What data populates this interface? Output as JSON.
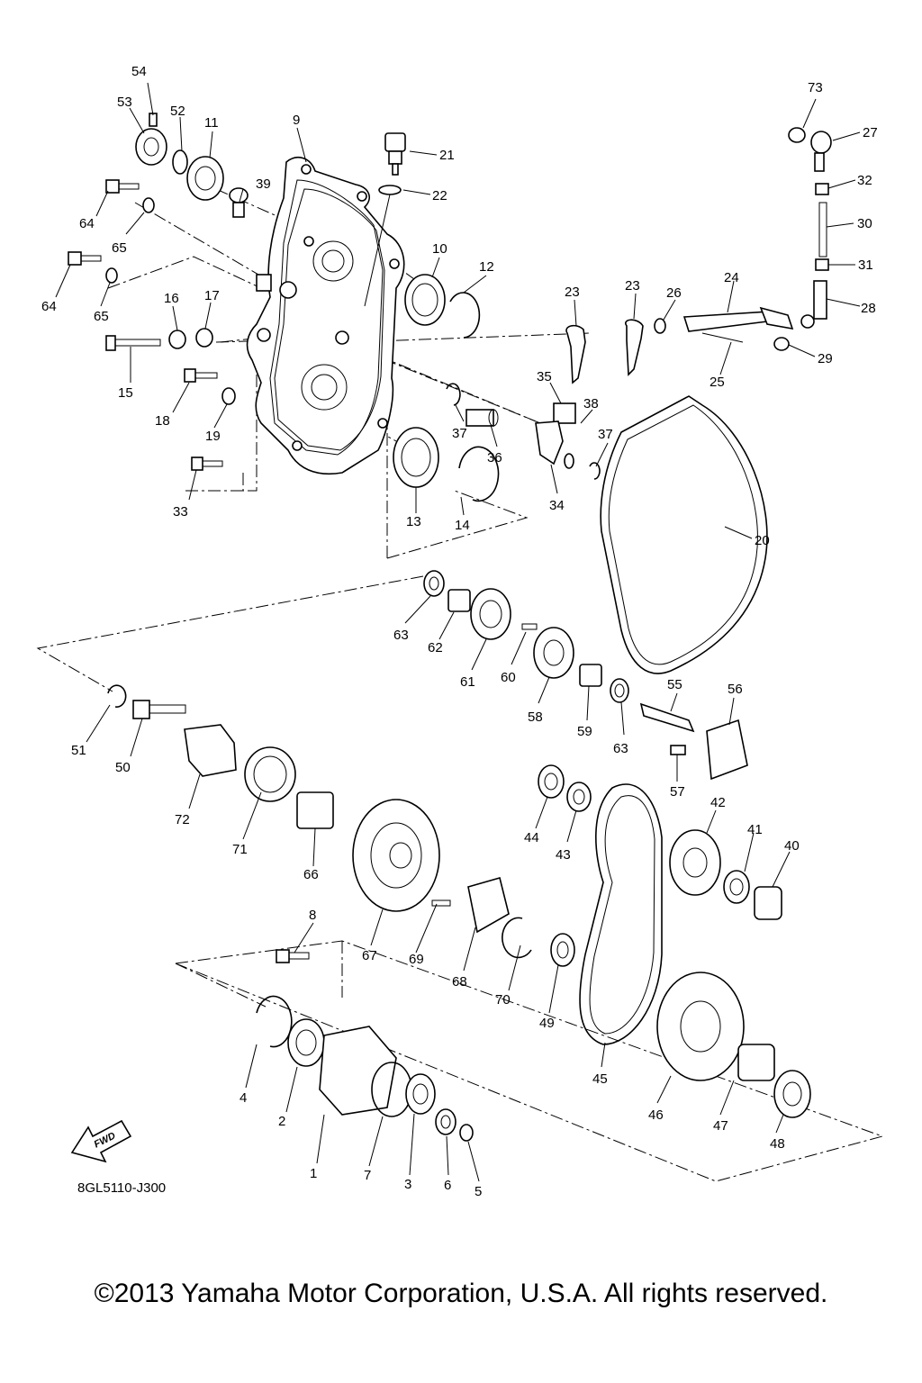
{
  "diagram": {
    "drawing_code": "8GL5110-J300",
    "fwd_label": "FWD",
    "copyright": "©2013 Yamaha Motor Corporation, U.S.A. All rights reserved.",
    "callouts": [
      "1",
      "2",
      "3",
      "4",
      "5",
      "6",
      "7",
      "8",
      "9",
      "10",
      "11",
      "12",
      "13",
      "14",
      "15",
      "16",
      "17",
      "18",
      "19",
      "20",
      "21",
      "22",
      "23",
      "23",
      "24",
      "25",
      "26",
      "27",
      "28",
      "29",
      "30",
      "31",
      "32",
      "33",
      "34",
      "35",
      "36",
      "37",
      "37",
      "38",
      "39",
      "40",
      "41",
      "42",
      "43",
      "44",
      "45",
      "46",
      "47",
      "48",
      "49",
      "50",
      "51",
      "52",
      "53",
      "54",
      "55",
      "56",
      "57",
      "58",
      "59",
      "60",
      "61",
      "62",
      "63",
      "63",
      "64",
      "64",
      "65",
      "65",
      "66",
      "67",
      "68",
      "69",
      "70",
      "71",
      "72",
      "73"
    ]
  }
}
